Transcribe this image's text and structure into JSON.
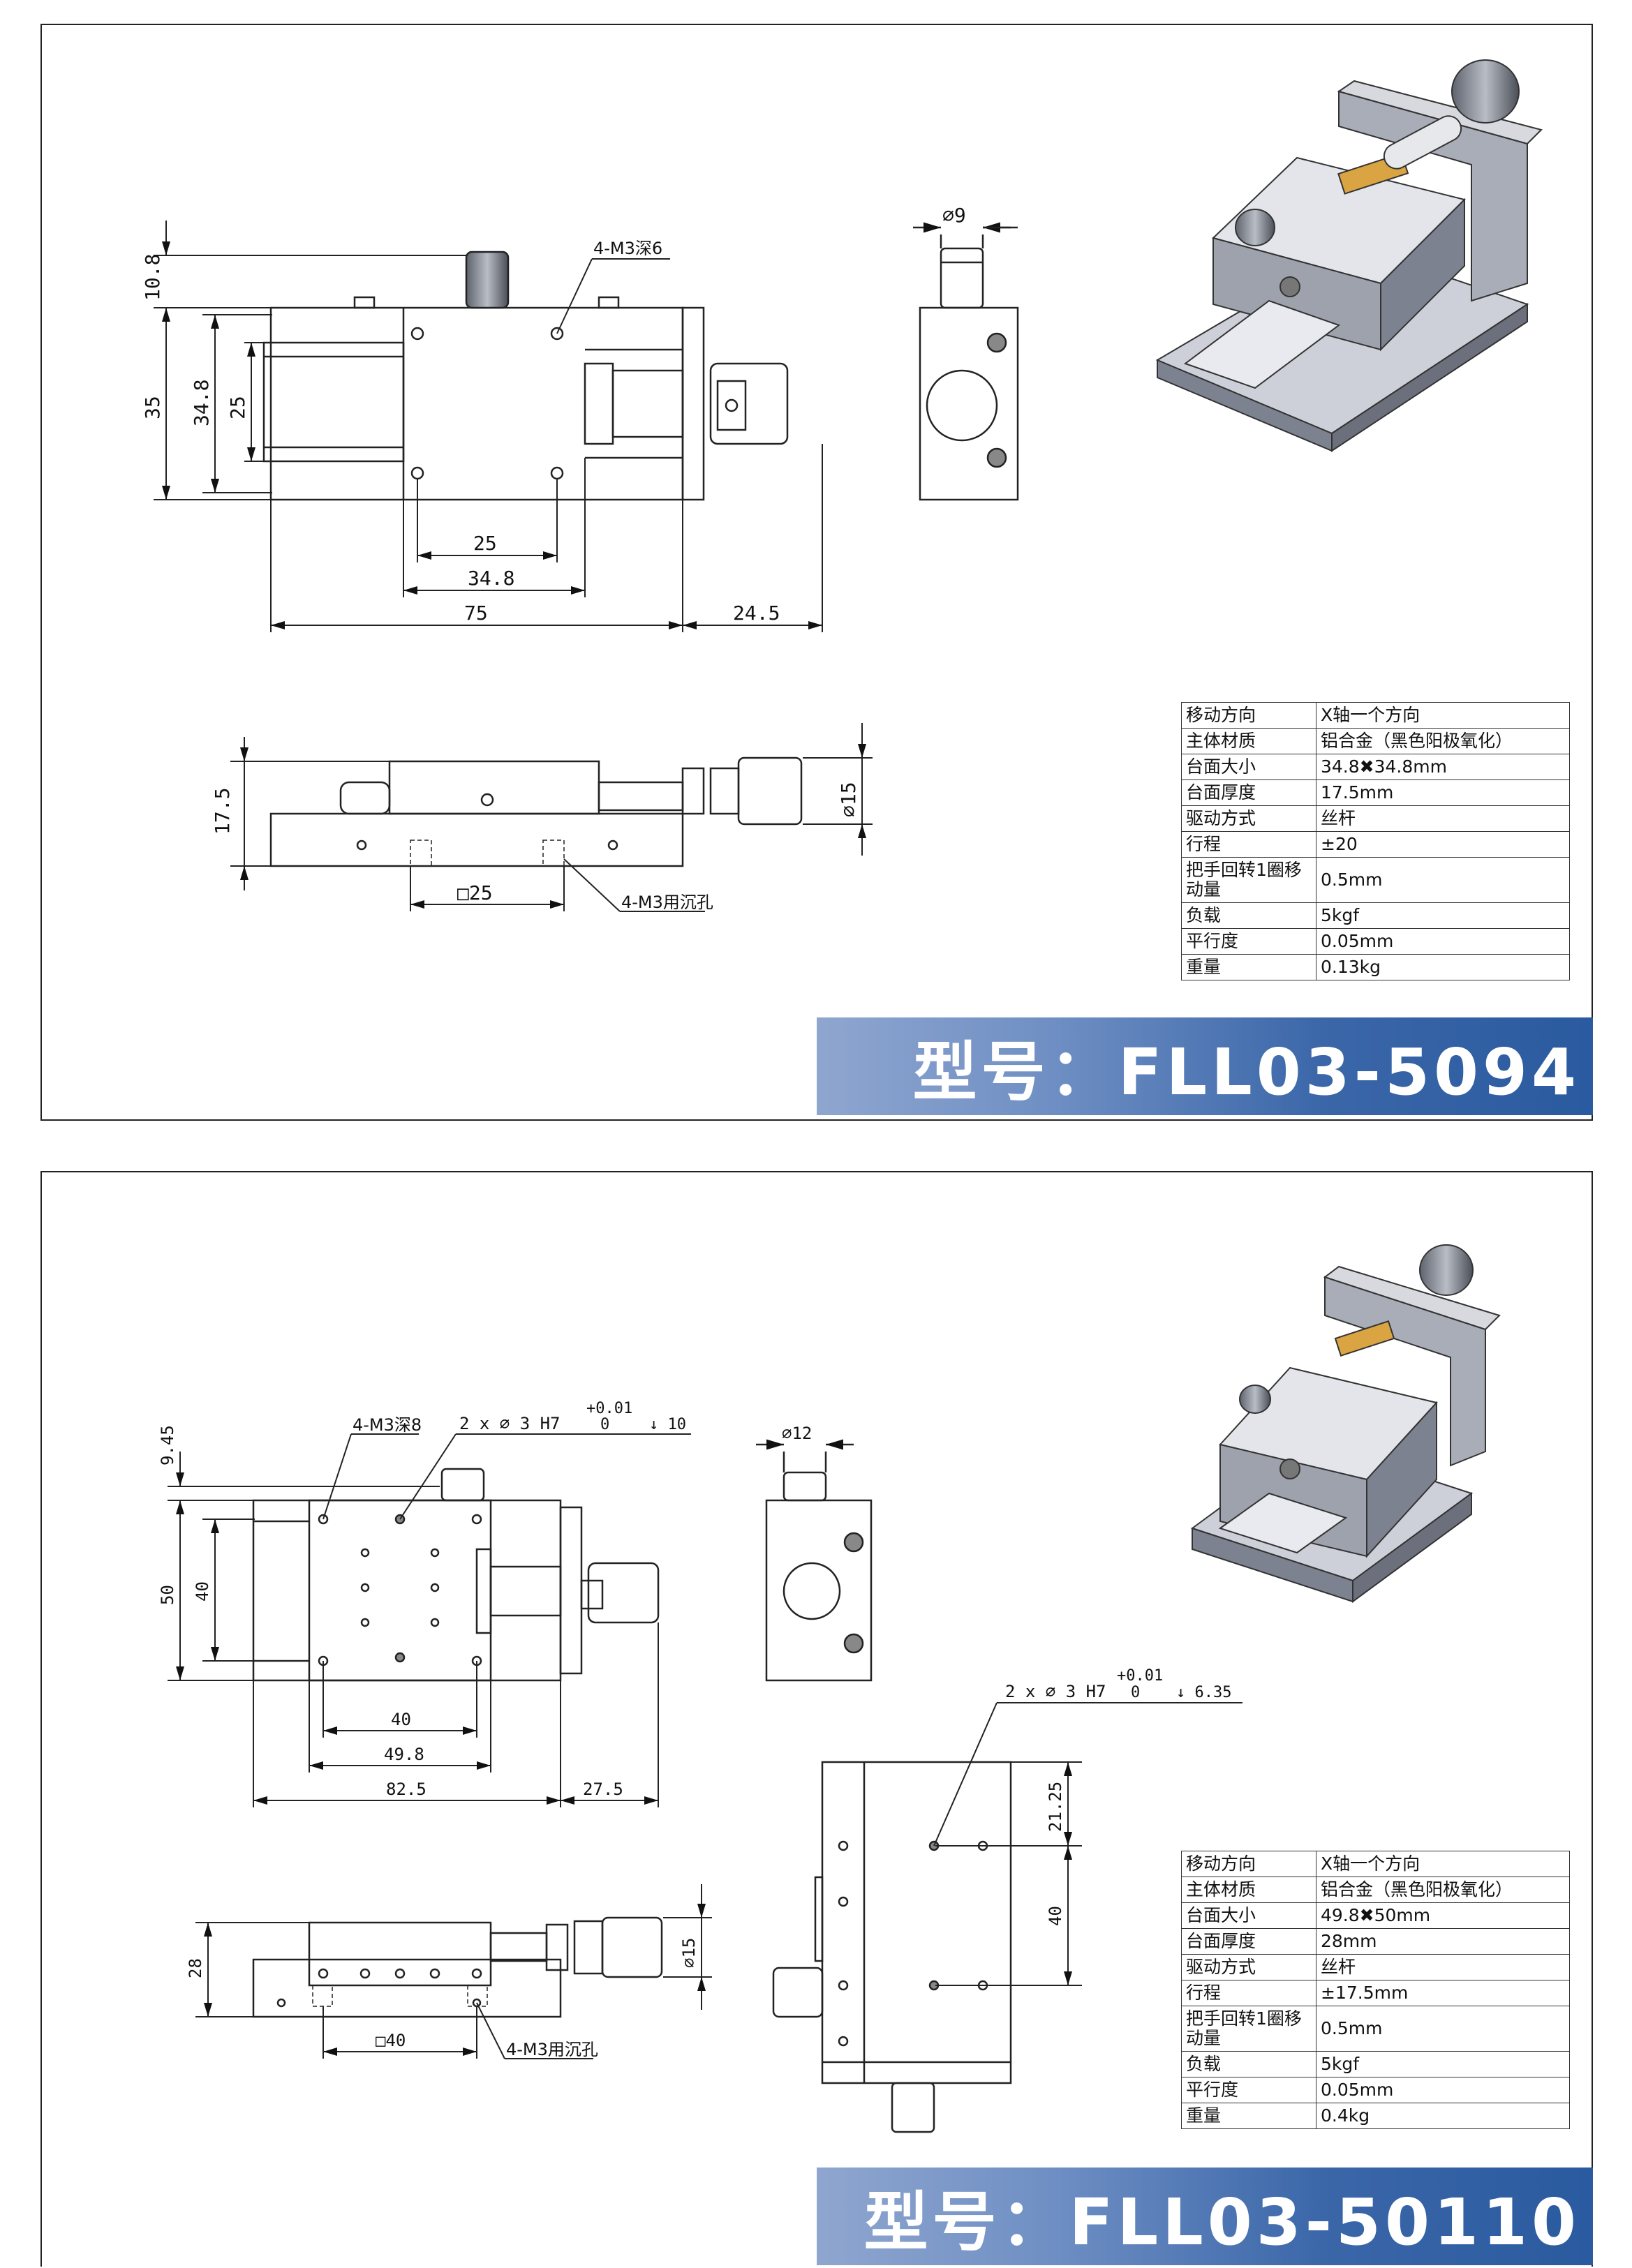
{
  "sheet1": {
    "labels": {
      "hole_note": "4-M3深6",
      "counterbore_note": "4-M3用沉孔",
      "square": "□25"
    },
    "dims": {
      "h_top": "10.8",
      "h_total": "35",
      "h_inner": "34.8",
      "h_hole": "25",
      "w_hole": "25",
      "w_inner": "34.8",
      "w_body": "75",
      "w_knob": "24.5",
      "dia_top": "∅9",
      "side_h": "17.5",
      "side_dia": "∅15"
    },
    "specs": [
      {
        "k": "移动方向",
        "v": "X轴一个方向"
      },
      {
        "k": "主体材质",
        "v": "铝合金（黑色阳极氧化）"
      },
      {
        "k": "台面大小",
        "v": "34.8✖34.8mm"
      },
      {
        "k": "台面厚度",
        "v": "17.5mm"
      },
      {
        "k": "驱动方式",
        "v": "丝杆"
      },
      {
        "k": "行程",
        "v": "±20"
      },
      {
        "k": "把手回转1圈移动量",
        "v": "0.5mm"
      },
      {
        "k": "负载",
        "v": "5kgf"
      },
      {
        "k": "平行度",
        "v": "0.05mm"
      },
      {
        "k": "重量",
        "v": "0.13kg"
      }
    ],
    "model": "型号：FLL03-5094"
  },
  "sheet2": {
    "labels": {
      "hole_note": "4-M3深8",
      "pin_note": "2 x ∅ 3 H7",
      "pin_tol_top": "+0.01",
      "pin_tol_bot": "0",
      "pin_depth": "↓ 10",
      "pin_note2": "2 x ∅ 3 H7",
      "pin_tol_top2": "+0.01",
      "pin_tol_bot2": "0",
      "pin_depth2": "↓ 6.35",
      "counterbore_note": "4-M3用沉孔",
      "square": "□40"
    },
    "dims": {
      "h_top": "9.45",
      "h_total": "50",
      "h_inner": "40",
      "w_hole": "40",
      "w_inner": "49.8",
      "w_body": "82.5",
      "w_knob": "27.5",
      "dia_top": "∅12",
      "side_h": "28",
      "side_dia": "∅15",
      "bot_top": "21.25",
      "bot_mid": "40"
    },
    "specs": [
      {
        "k": "移动方向",
        "v": "X轴一个方向"
      },
      {
        "k": "主体材质",
        "v": "铝合金（黑色阳极氧化）"
      },
      {
        "k": "台面大小",
        "v": "49.8✖50mm"
      },
      {
        "k": "台面厚度",
        "v": "28mm"
      },
      {
        "k": "驱动方式",
        "v": "丝杆"
      },
      {
        "k": "行程",
        "v": "±17.5mm"
      },
      {
        "k": "把手回转1圈移动量",
        "v": "0.5mm"
      },
      {
        "k": "负载",
        "v": "5kgf"
      },
      {
        "k": "平行度",
        "v": "0.05mm"
      },
      {
        "k": "重量",
        "v": "0.4kg"
      }
    ],
    "model": "型号：FLL03-50110"
  }
}
